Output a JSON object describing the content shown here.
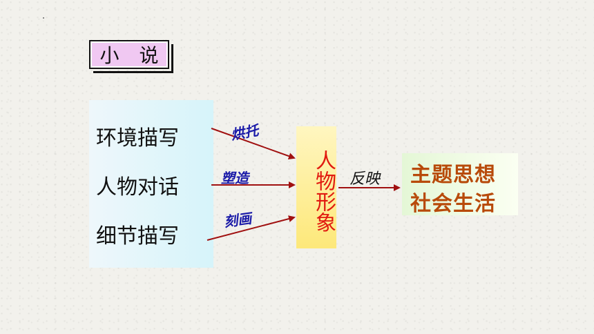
{
  "title": "小 说",
  "left_items": [
    "环境描写",
    "人物对话",
    "细节描写"
  ],
  "connectors": [
    "烘托",
    "塑造",
    "刻画"
  ],
  "center": "人物形象",
  "reflect_label": "反映",
  "right_lines": [
    "主题思想",
    "社会生活"
  ],
  "colors": {
    "arrow": "#a01010",
    "connector_text": "#1a1aa8",
    "center_text": "#e11a10",
    "right_text": "#b84a0a",
    "title_bg": "#f0c8f2"
  }
}
